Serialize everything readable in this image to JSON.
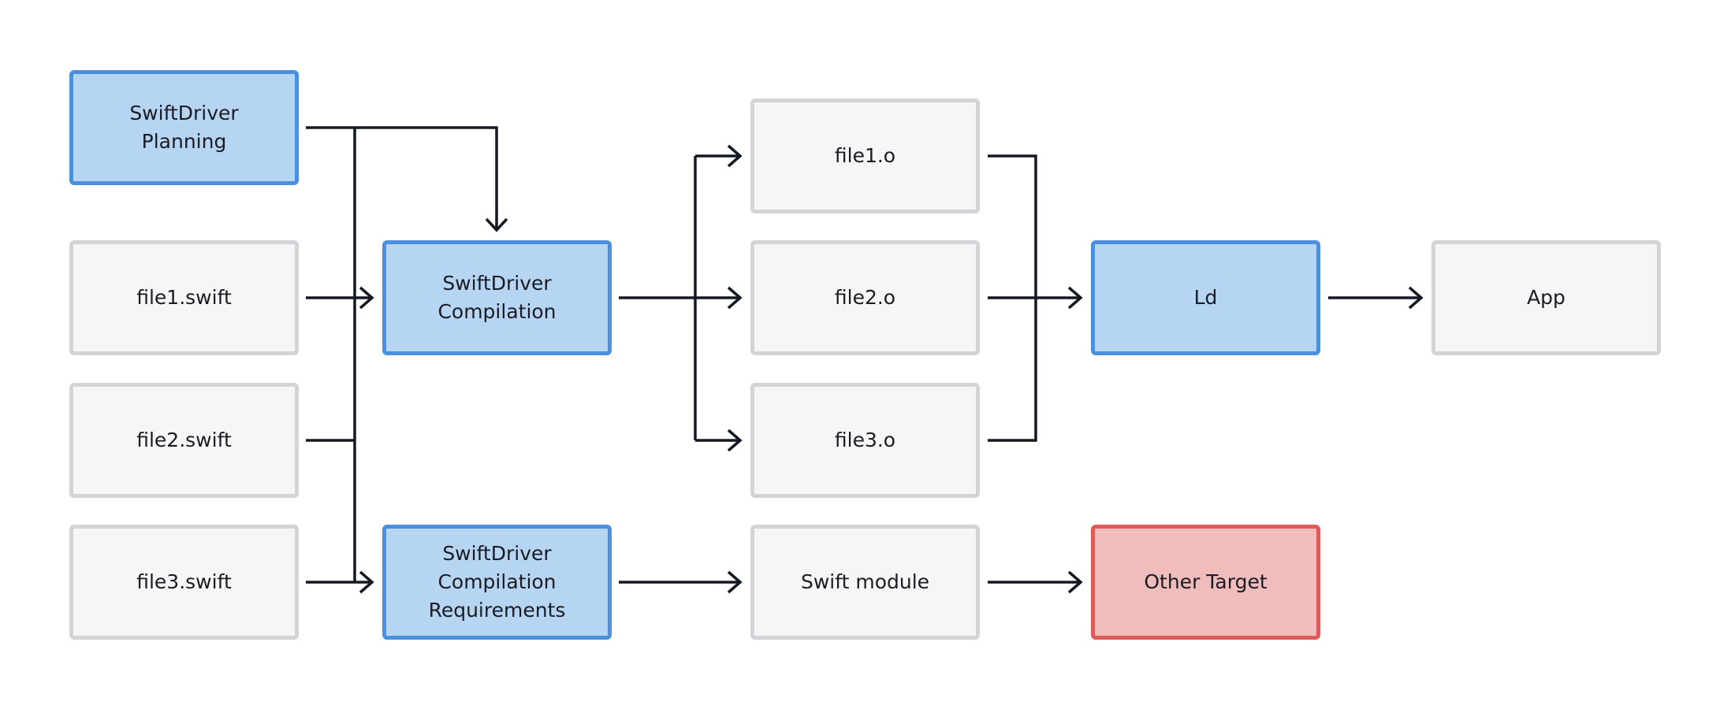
{
  "colors": {
    "action_fill": "#b6d5f2",
    "action_border": "#4a90dd",
    "artifact_fill": "#f6f6f6",
    "artifact_border": "#d4d4d8",
    "external_fill": "#f0bcbc",
    "external_border": "#e05a5a",
    "edge": "#141821"
  },
  "nodes": {
    "planning": {
      "lines": [
        "SwiftDriver",
        "Planning"
      ]
    },
    "file1_swift": {
      "lines": [
        "file1.swift"
      ]
    },
    "file2_swift": {
      "lines": [
        "file2.swift"
      ]
    },
    "file3_swift": {
      "lines": [
        "file3.swift"
      ]
    },
    "compilation": {
      "lines": [
        "SwiftDriver",
        "Compilation"
      ]
    },
    "requirements": {
      "lines": [
        "SwiftDriver",
        "Compilation",
        "Requirements"
      ]
    },
    "file1_o": {
      "lines": [
        "file1.o"
      ]
    },
    "file2_o": {
      "lines": [
        "file2.o"
      ]
    },
    "file3_o": {
      "lines": [
        "file3.o"
      ]
    },
    "swift_module": {
      "lines": [
        "Swift module"
      ]
    },
    "ld": {
      "lines": [
        "Ld"
      ]
    },
    "other_target": {
      "lines": [
        "Other Target"
      ]
    },
    "app": {
      "lines": [
        "App"
      ]
    }
  },
  "edges": [
    {
      "from": "planning",
      "to": "compilation"
    },
    {
      "from": "file1_swift",
      "to": "compilation"
    },
    {
      "from": "file2_swift",
      "to": "compilation"
    },
    {
      "from": "file3_swift",
      "to": "compilation"
    },
    {
      "from": "file1_swift",
      "to": "requirements"
    },
    {
      "from": "file2_swift",
      "to": "requirements"
    },
    {
      "from": "file3_swift",
      "to": "requirements"
    },
    {
      "from": "compilation",
      "to": "file1_o"
    },
    {
      "from": "compilation",
      "to": "file2_o"
    },
    {
      "from": "compilation",
      "to": "file3_o"
    },
    {
      "from": "file1_o",
      "to": "ld"
    },
    {
      "from": "file2_o",
      "to": "ld"
    },
    {
      "from": "file3_o",
      "to": "ld"
    },
    {
      "from": "requirements",
      "to": "swift_module"
    },
    {
      "from": "swift_module",
      "to": "other_target"
    },
    {
      "from": "ld",
      "to": "app"
    }
  ]
}
